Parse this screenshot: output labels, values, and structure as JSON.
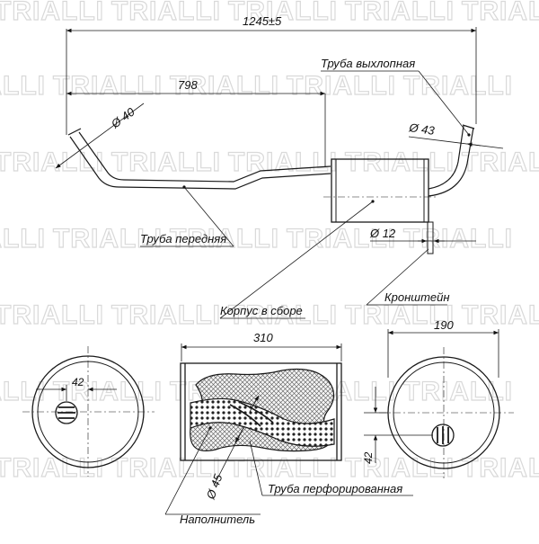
{
  "watermark": {
    "text": "TRIALLI"
  },
  "dimensions": {
    "overall_length": "1245±5",
    "front_length": "798",
    "front_diameter": "Ø 40",
    "exhaust_diameter": "Ø 43",
    "bracket_diameter": "Ø 12",
    "body_length": "310",
    "inlet_offset": "42",
    "body_diameter": "190",
    "outlet_offset": "42",
    "perforated_diameter": "Ø 45"
  },
  "labels": {
    "exhaust_pipe": "Труба выхлопная",
    "front_pipe": "Труба передняя",
    "body_assembly": "Корпус в сборе",
    "bracket": "Кронштейн",
    "perforated_pipe": "Труба  перфорированная",
    "filler": "Наполнитель"
  }
}
